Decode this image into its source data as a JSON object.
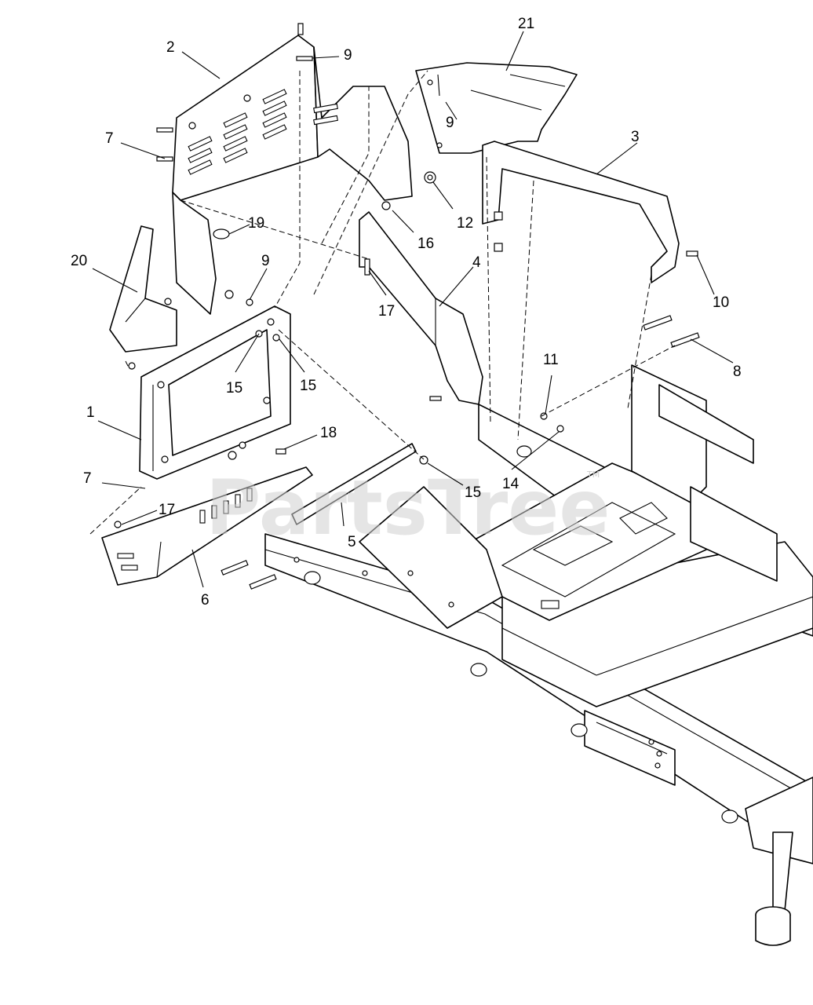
{
  "watermark": {
    "text": "PartsTree",
    "trademark": "TM"
  },
  "callouts": {
    "c1": "1",
    "c2": "2",
    "c3": "3",
    "c4": "4",
    "c5": "5",
    "c6": "6",
    "c7a": "7",
    "c7b": "7",
    "c8": "8",
    "c9a": "9",
    "c9b": "9",
    "c9c": "9",
    "c10": "10",
    "c11": "11",
    "c12": "12",
    "c14": "14",
    "c15a": "15",
    "c15b": "15",
    "c15c": "15",
    "c16": "16",
    "c17a": "17",
    "c17b": "17",
    "c18": "18",
    "c19": "19",
    "c20": "20",
    "c21": "21"
  }
}
